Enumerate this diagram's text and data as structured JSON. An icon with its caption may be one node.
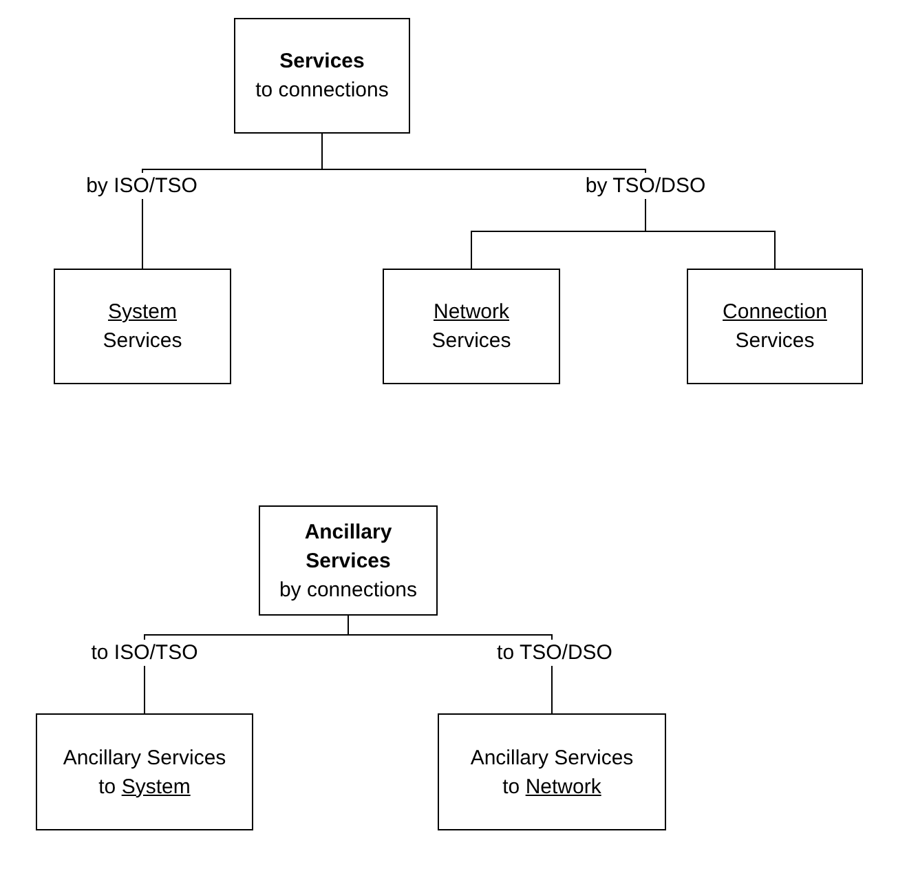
{
  "diagram": {
    "nodes": [
      {
        "text": [
          "Services",
          "to connections"
        ]
      },
      {
        "text": [
          "System",
          "Services"
        ]
      },
      {
        "text": [
          "Network",
          "Services"
        ]
      },
      {
        "text": [
          "Connection",
          "Services"
        ]
      },
      {
        "text": [
          "Ancillary Services",
          "by connections"
        ]
      },
      {
        "text": [
          "Ancillary Services",
          "to System"
        ]
      },
      {
        "text": [
          "Ancillary Services",
          "to Network"
        ]
      }
    ],
    "edges": [
      {
        "from": 0,
        "to": 1,
        "arrow": "none",
        "label": "by ISO/TSO"
      },
      {
        "from": 0,
        "to": 2,
        "arrow": "none",
        "label": "by TSO/DSO"
      },
      {
        "from": 0,
        "to": 3,
        "arrow": "none"
      },
      {
        "from": 4,
        "to": 5,
        "arrow": "none",
        "label": "to ISO/TSO"
      },
      {
        "from": 4,
        "to": 6,
        "arrow": "none",
        "label": "to TSO/DSO"
      }
    ]
  }
}
